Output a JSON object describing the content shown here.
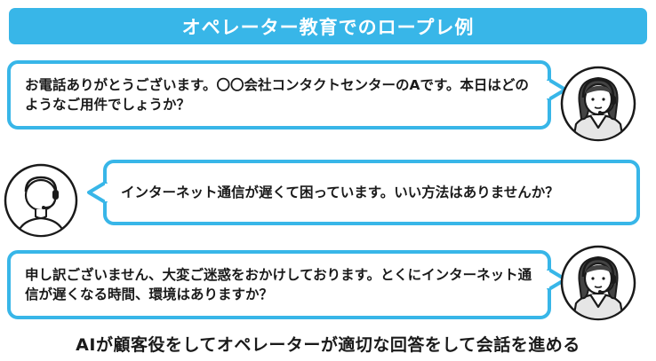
{
  "title": "オペレーター教育でのロープレ例",
  "messages": [
    {
      "speaker": "operator",
      "text": "お電話ありがとうございます。〇〇会社コンタクトセンターのAです。本日はどのようなご用件でしょうか？"
    },
    {
      "speaker": "customer",
      "text": "インターネット通信が遅くて困っています。いい方法はありませんか？"
    },
    {
      "speaker": "operator",
      "text": "申し訳ございません、大変ご迷惑をおかけしております。とくにインターネット通信が遅くなる時間、環境はありますか？"
    }
  ],
  "caption": "AIが顧客役をしてオペレーターが適切な回答をして会話を進める",
  "colors": {
    "accent": "#38b6e8",
    "text": "#1a1a1a",
    "avatar_fill": "#e6e6e6"
  },
  "icons": {
    "operator": "operator-headset-avatar-icon",
    "customer": "customer-headset-avatar-icon"
  }
}
